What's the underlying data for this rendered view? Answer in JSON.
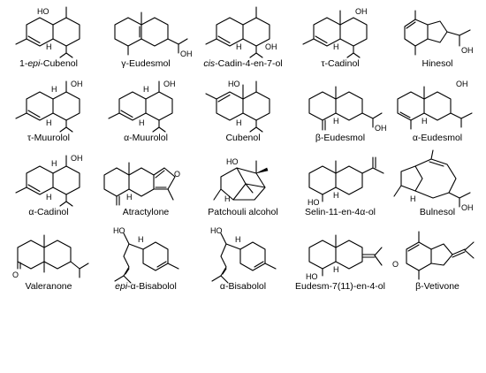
{
  "compounds": [
    {
      "prefix": "1-",
      "italic": "epi",
      "suffix": "-Cubenol"
    },
    {
      "prefix": "",
      "italic": "",
      "suffix": "γ-Eudesmol"
    },
    {
      "prefix": "",
      "italic": "cis",
      "suffix": "-Cadin-4-en-7-ol"
    },
    {
      "prefix": "",
      "italic": "",
      "suffix": "τ-Cadinol"
    },
    {
      "prefix": "",
      "italic": "",
      "suffix": "Hinesol"
    },
    {
      "prefix": "",
      "italic": "",
      "suffix": "τ-Muurolol"
    },
    {
      "prefix": "",
      "italic": "",
      "suffix": "α-Muurolol"
    },
    {
      "prefix": "",
      "italic": "",
      "suffix": "Cubenol"
    },
    {
      "prefix": "",
      "italic": "",
      "suffix": "β-Eudesmol"
    },
    {
      "prefix": "",
      "italic": "",
      "suffix": "α-Eudesmol"
    },
    {
      "prefix": "",
      "italic": "",
      "suffix": "α-Cadinol"
    },
    {
      "prefix": "",
      "italic": "",
      "suffix": "Atractylone"
    },
    {
      "prefix": "",
      "italic": "",
      "suffix": "Patchouli alcohol"
    },
    {
      "prefix": "",
      "italic": "",
      "suffix": "Selin-11-en-4α-ol"
    },
    {
      "prefix": "",
      "italic": "",
      "suffix": "Bulnesol"
    },
    {
      "prefix": "",
      "italic": "",
      "suffix": "Valeranone"
    },
    {
      "prefix": "",
      "italic": "epi",
      "suffix": "-α-Bisabolol"
    },
    {
      "prefix": "",
      "italic": "",
      "suffix": "α-Bisabolol"
    },
    {
      "prefix": "",
      "italic": "",
      "suffix": "Eudesm-7(11)-en-4-ol"
    },
    {
      "prefix": "",
      "italic": "",
      "suffix": "β-Vetivone"
    }
  ],
  "atom_labels": {
    "ho": "HO",
    "oh": "OH",
    "h": "H",
    "o": "O"
  }
}
